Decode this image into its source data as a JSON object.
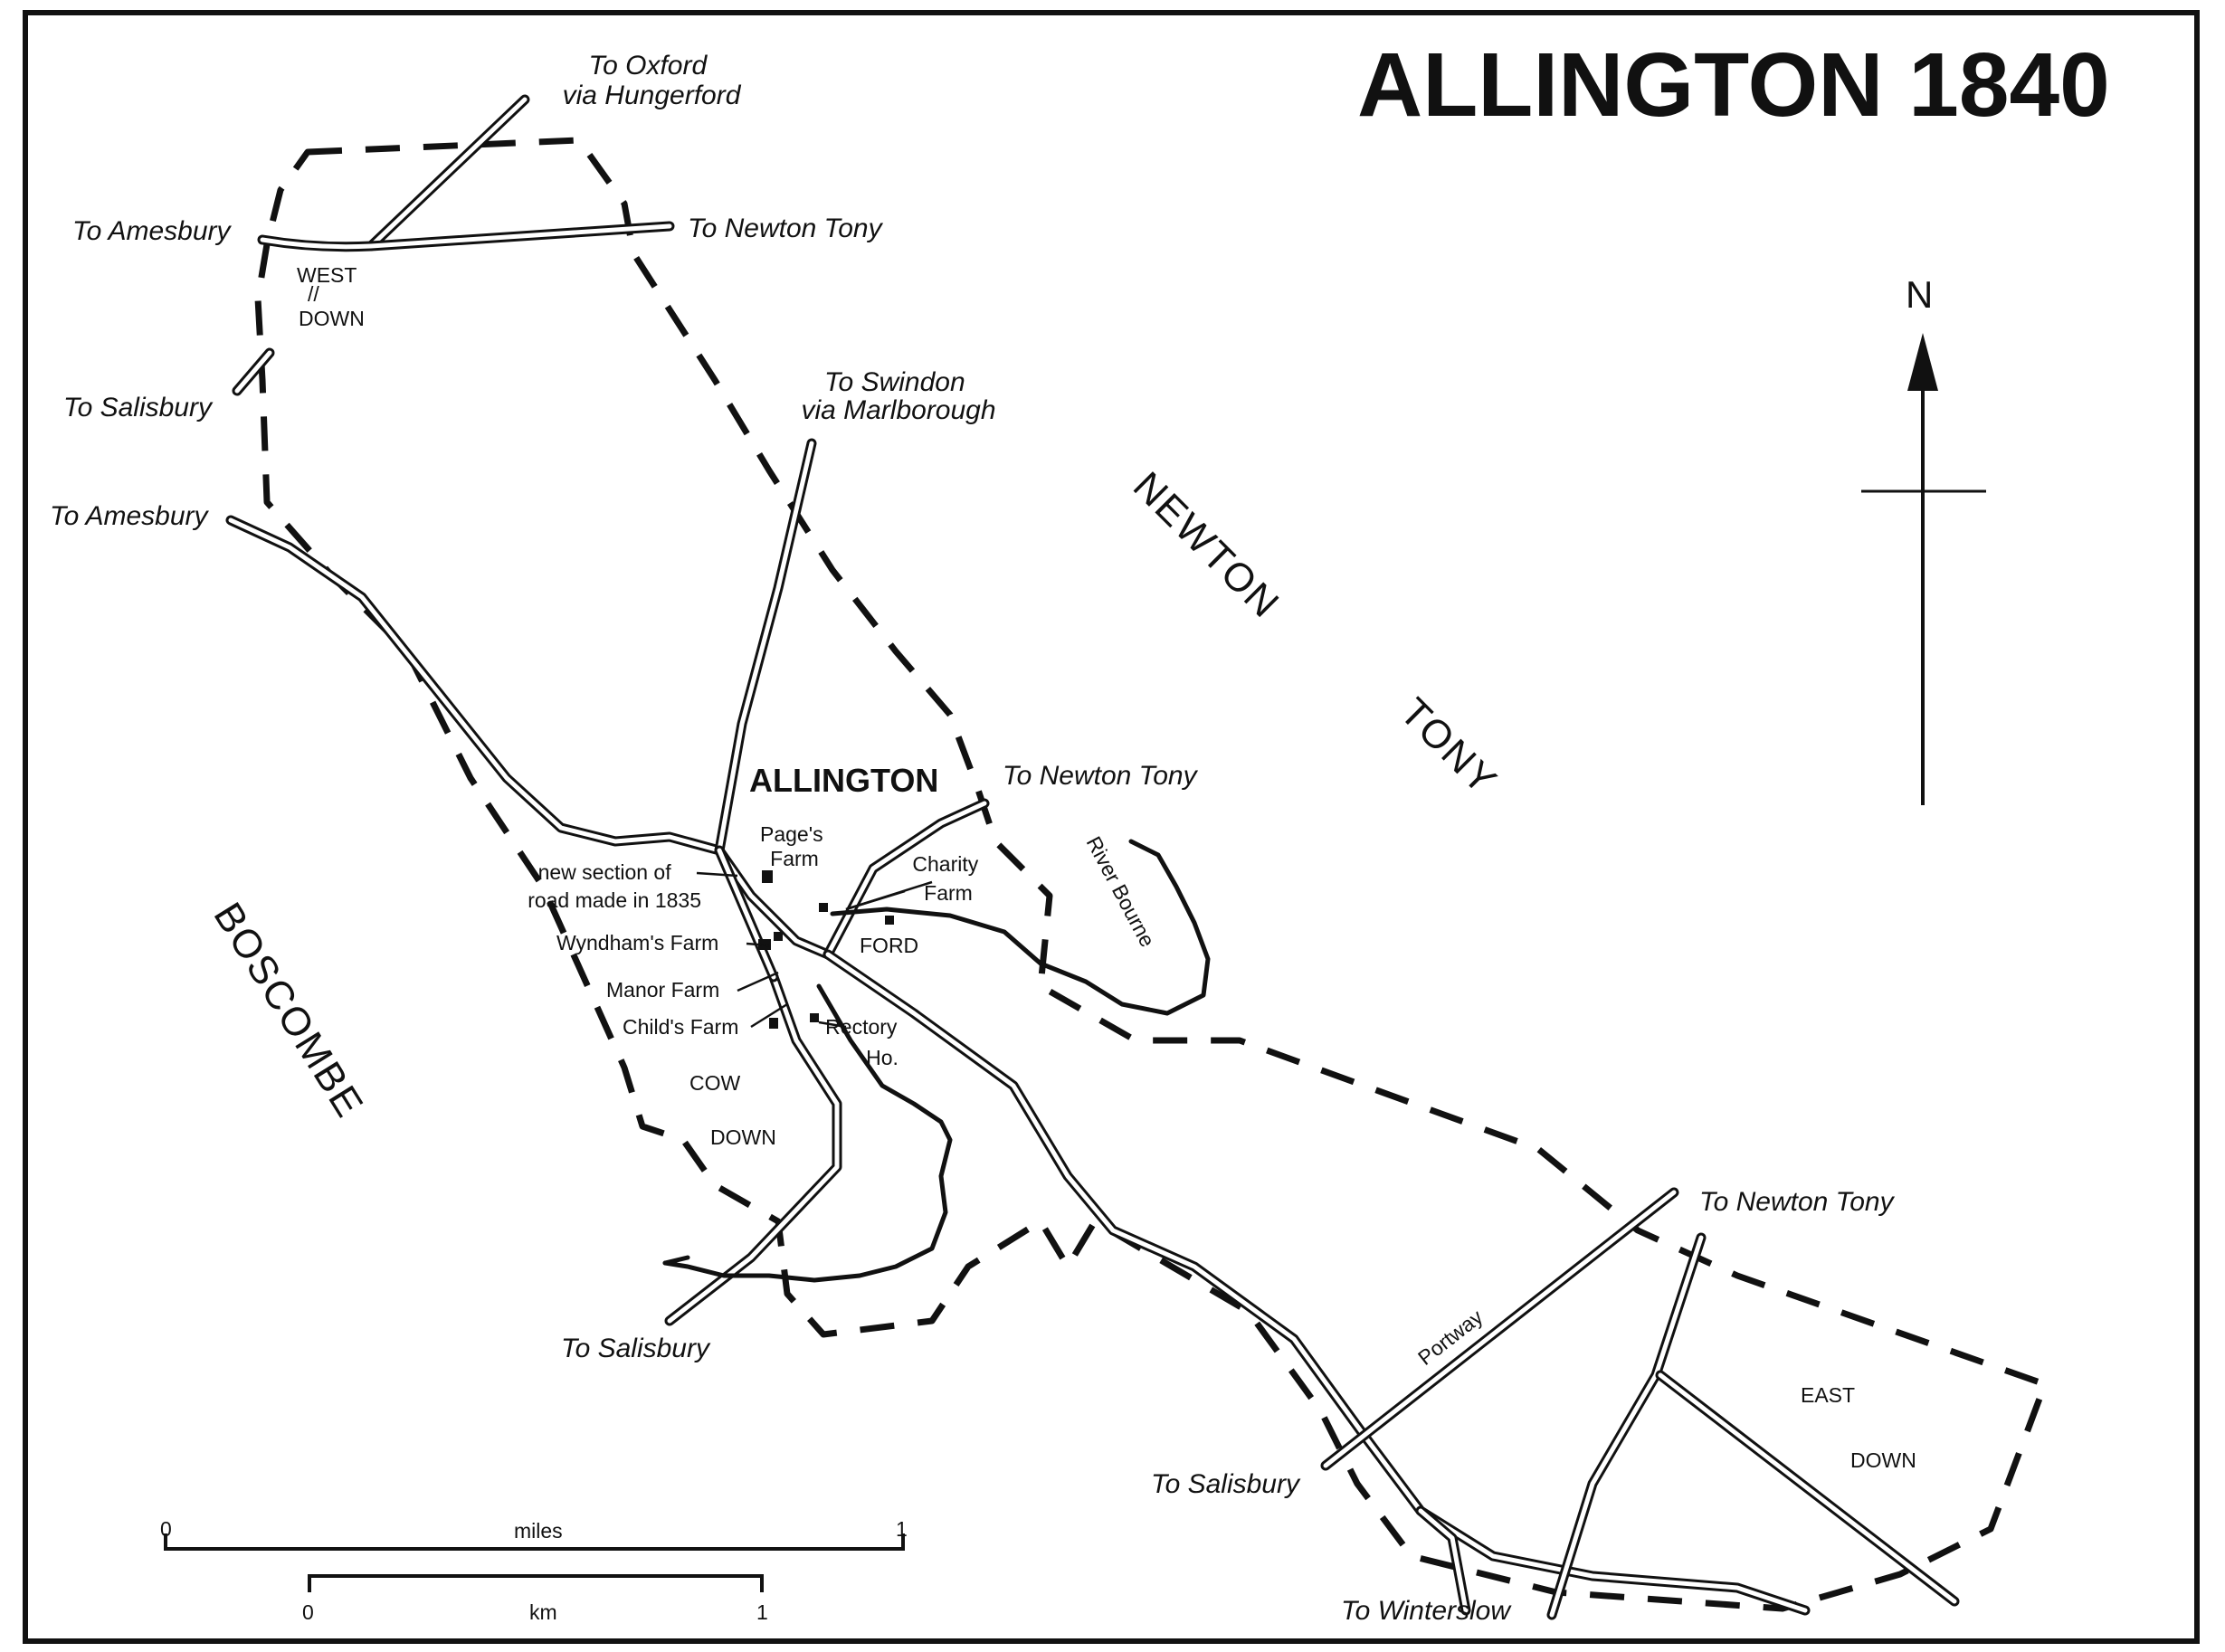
{
  "title": "ALLINGTON 1840",
  "north_label": "N",
  "road_destinations": {
    "oxford": "To Oxford\nvia Hungerford",
    "amesbury_top": "To Amesbury",
    "newton_tony_top": "To Newton Tony",
    "salisbury_west": "To Salisbury",
    "amesbury_mid": "To Amesbury",
    "swindon": "To Swindon\nvia Marlborough",
    "newton_tony_mid": "To Newton Tony",
    "salisbury_south": "To Salisbury",
    "newton_tony_east": "To Newton Tony",
    "salisbury_east": "To Salisbury",
    "winterslow": "To Winterslow"
  },
  "parishes": {
    "newton": "NEWTON",
    "tony": "TONY",
    "boscombe": "BOSCOMBE"
  },
  "places": {
    "village": "ALLINGTON",
    "west_down_1": "WEST",
    "west_down_2": "DOWN",
    "cow_down_1": "COW",
    "cow_down_2": "DOWN",
    "east_down_1": "EAST",
    "east_down_2": "DOWN",
    "ford": "FORD",
    "pages_farm": "Page's\nFarm",
    "charity_farm": "Charity\nFarm",
    "new_road": "new section of\nroad made in 1835",
    "wyndhams_farm": "Wyndham's Farm",
    "manor_farm": "Manor Farm",
    "childs_farm": "Child's Farm",
    "rectory": "Rectory\nHo.",
    "river": "River Bourne",
    "portway": "Portway"
  },
  "scale_bars": {
    "miles": {
      "unit": "miles",
      "start": "0",
      "end": "1"
    },
    "km": {
      "unit": "km",
      "start": "0",
      "end": "1"
    }
  }
}
